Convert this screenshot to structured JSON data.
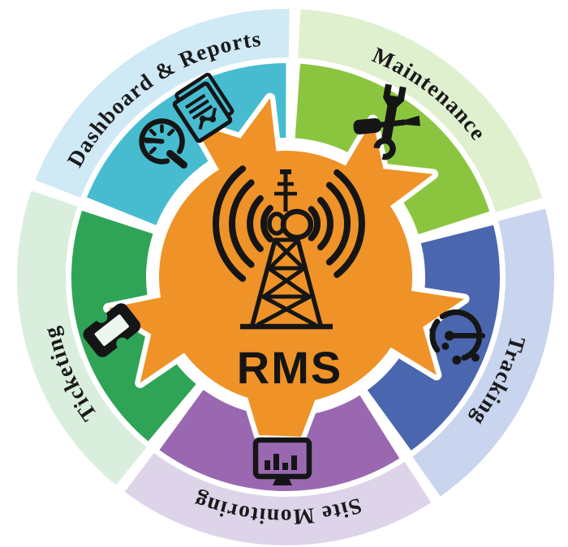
{
  "diagram_title": "RMS",
  "background_color": "#ffffff",
  "text_color": "#1a1a1a",
  "center": {
    "label": "RMS",
    "color": "#EF9227",
    "icon": "radio-tower-icon"
  },
  "segments": [
    {
      "id": "maintenance",
      "label": "Maintenance",
      "band_color": "#DFF0CF",
      "wedge_color": "#8BC540",
      "icon": "wrench-screwdriver-icon"
    },
    {
      "id": "tracking",
      "label": "Tracking",
      "band_color": "#C9D4EE",
      "wedge_color": "#4A66AE",
      "icon": "gps-tracking-icon"
    },
    {
      "id": "site-monitoring",
      "label": "Site Monitoring",
      "band_color": "#DDD4EA",
      "wedge_color": "#9A68B1",
      "icon": "monitor-chart-icon"
    },
    {
      "id": "ticketing",
      "label": "Ticketing",
      "band_color": "#D9EEDD",
      "wedge_color": "#2FA457",
      "icon": "ticket-icon"
    },
    {
      "id": "dashboard-reports",
      "label": "Dashboard & Reports",
      "band_color": "#CFE9F5",
      "wedge_color": "#47BCD1",
      "icon": "gauge-report-icon"
    }
  ]
}
